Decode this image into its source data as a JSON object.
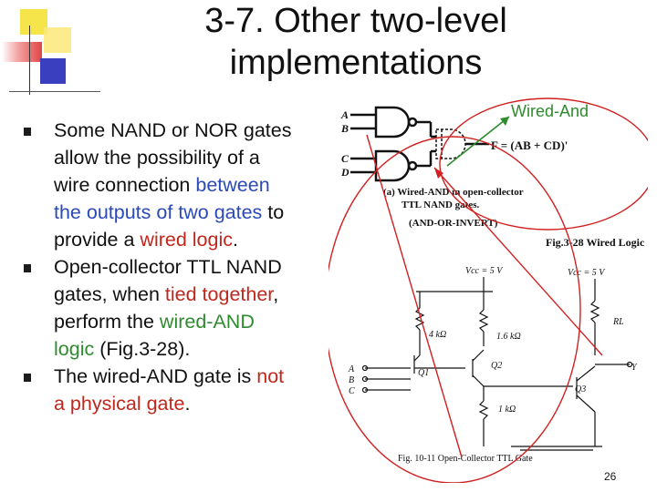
{
  "slide": {
    "title": "3-7. Other two-level implementations",
    "page_number": "26",
    "wired_label": "Wired-And"
  },
  "bullets": [
    {
      "parts": [
        "Some NAND or NOR gates allow the possibility of a wire connection ",
        "between the outputs of two gates",
        " to provide a ",
        "wired logic",
        "."
      ]
    },
    {
      "parts": [
        "Open-collector TTL NAND gates, when ",
        "tied together",
        ", perform the ",
        "wired-AND logic",
        " (Fig.3-28)."
      ]
    },
    {
      "parts": [
        "The wired-AND gate is ",
        "not a  physical gate",
        "."
      ]
    }
  ],
  "figure": {
    "inputs_top": [
      "A",
      "B",
      "C",
      "D"
    ],
    "output_expr": "F = (AB + CD)'",
    "caption_a": "(a) Wired-AND in open-collector",
    "caption_b": "TTL NAND gates.",
    "caption_c": "(AND-OR-INVERT)",
    "fig_ref": "Fig.3-28 Wired Logic",
    "vcc1": "Vcc = 5 V",
    "vcc2": "Vcc = 5 V",
    "r1": "4 kΩ",
    "r2": "1.6 kΩ",
    "r3": "1 kΩ",
    "rl": "RL",
    "q1": "Q1",
    "q2": "Q2",
    "q3": "Q3",
    "y": "Y",
    "inputs_bottom": [
      "A",
      "B",
      "C"
    ],
    "caption_bottom": "Fig. 10-11  Open-Collector TTL Gate"
  }
}
